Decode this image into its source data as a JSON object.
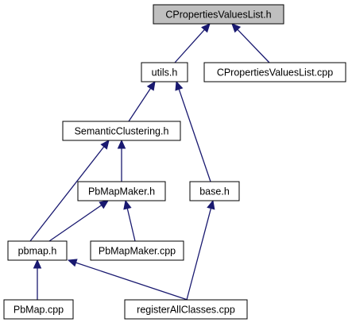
{
  "diagram": {
    "style": {
      "edge_color": "#191970",
      "highlight_fill": "#bfbfbf",
      "node_fill": "#ffffff",
      "node_border": "#000000"
    },
    "nodes": [
      {
        "id": "cproperties_h",
        "label": "CPropertiesValuesList.h",
        "highlighted": true
      },
      {
        "id": "utils_h",
        "label": "utils.h",
        "highlighted": false
      },
      {
        "id": "cproperties_cpp",
        "label": "CPropertiesValuesList.cpp",
        "highlighted": false
      },
      {
        "id": "semantic_h",
        "label": "SemanticClustering.h",
        "highlighted": false
      },
      {
        "id": "pbmapmaker_h",
        "label": "PbMapMaker.h",
        "highlighted": false
      },
      {
        "id": "base_h",
        "label": "base.h",
        "highlighted": false
      },
      {
        "id": "pbmap_h",
        "label": "pbmap.h",
        "highlighted": false
      },
      {
        "id": "pbmapmaker_cpp",
        "label": "PbMapMaker.cpp",
        "highlighted": false
      },
      {
        "id": "pbmap_cpp",
        "label": "PbMap.cpp",
        "highlighted": false
      },
      {
        "id": "register_cpp",
        "label": "registerAllClasses.cpp",
        "highlighted": false
      }
    ],
    "edges": [
      {
        "from": "utils_h",
        "to": "cproperties_h"
      },
      {
        "from": "cproperties_cpp",
        "to": "cproperties_h"
      },
      {
        "from": "semantic_h",
        "to": "utils_h"
      },
      {
        "from": "base_h",
        "to": "utils_h"
      },
      {
        "from": "pbmapmaker_h",
        "to": "semantic_h"
      },
      {
        "from": "pbmap_h",
        "to": "semantic_h"
      },
      {
        "from": "pbmap_h",
        "to": "pbmapmaker_h"
      },
      {
        "from": "pbmapmaker_cpp",
        "to": "pbmapmaker_h"
      },
      {
        "from": "register_cpp",
        "to": "base_h"
      },
      {
        "from": "pbmap_cpp",
        "to": "pbmap_h"
      },
      {
        "from": "register_cpp",
        "to": "pbmap_h"
      }
    ]
  }
}
